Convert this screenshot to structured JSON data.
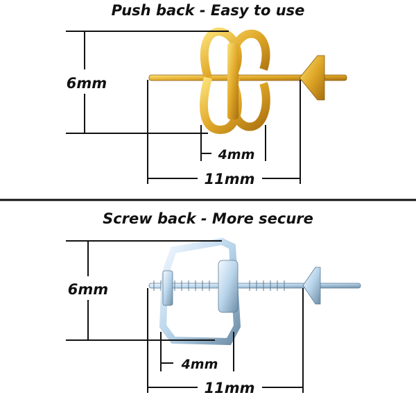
{
  "push_back": {
    "title": "Push back - Easy to use",
    "height_label": "6mm",
    "back_width_label": "4mm",
    "pin_length_label": "11mm",
    "color": "#e0a828"
  },
  "screw_back": {
    "title": "Screw back - More secure",
    "height_label": "6mm",
    "back_width_label": "4mm",
    "pin_length_label": "11mm",
    "color": "#b8d4ea"
  }
}
